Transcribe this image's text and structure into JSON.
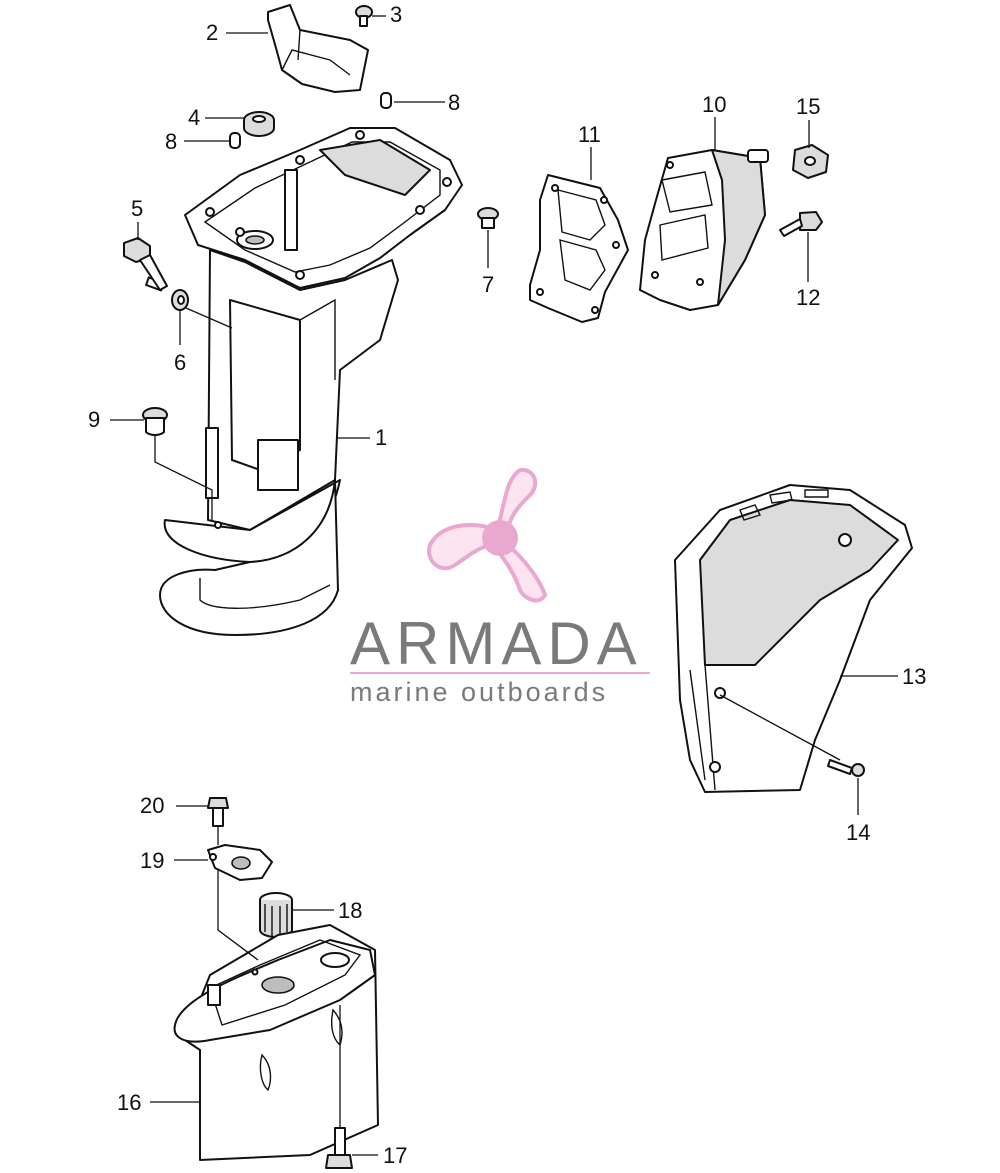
{
  "labels": {
    "l1": "1",
    "l2": "2",
    "l3": "3",
    "l4": "4",
    "l5": "5",
    "l6": "6",
    "l7": "7",
    "l8a": "8",
    "l8b": "8",
    "l9": "9",
    "l10": "10",
    "l11": "11",
    "l12": "12",
    "l13": "13",
    "l14": "14",
    "l15": "15",
    "l16": "16",
    "l17": "17",
    "l18": "18",
    "l19": "19",
    "l20": "20"
  },
  "watermark": {
    "brand": "ARMADA",
    "tagline": "marine outboards",
    "logo_icon": "propeller-icon",
    "logo_color": "#e9a9cf",
    "text_color": "#7a7a7a"
  }
}
